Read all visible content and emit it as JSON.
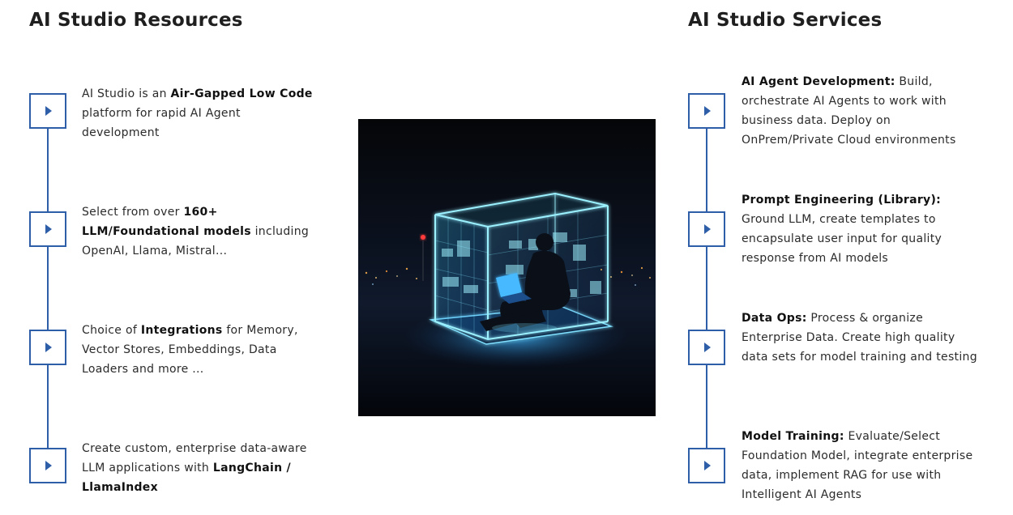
{
  "resources": {
    "title": "AI Studio Resources",
    "items": [
      {
        "text_before": "AI Studio is an ",
        "bold": "Air-Gapped Low Code",
        "text_after": " platform for rapid AI Agent development"
      },
      {
        "text_before": "Select from over ",
        "bold": "160+ LLM/Foundational models",
        "text_after": " including OpenAI, Llama, Mistral..."
      },
      {
        "text_before": "Choice of ",
        "bold": "Integrations",
        "text_after": " for Memory, Vector Stores, Embeddings, Data Loaders and more ..."
      },
      {
        "text_before": "Create custom, enterprise data-aware LLM applications with ",
        "bold": "LangChain / LlamaIndex",
        "text_after": ""
      }
    ]
  },
  "services": {
    "title": "AI Studio Services",
    "items": [
      {
        "bold": "AI Agent Development:",
        "text_after": " Build, orchestrate AI Agents to work with business data. Deploy on OnPrem/Private Cloud environments"
      },
      {
        "bold": "Prompt Engineering (Library):",
        "text_after": " Ground LLM, create templates to encapsulate user input for quality response from AI models"
      },
      {
        "bold": "Data Ops:",
        "text_after": " Process & organize Enterprise Data. Create high quality data sets for model training and testing"
      },
      {
        "bold": "Model Training:",
        "text_after": " Evaluate/Select Foundation Model, integrate enterprise data, implement RAG for use with Intelligent AI Agents"
      }
    ]
  },
  "icons": {
    "marker": "play-arrow-icon"
  },
  "colors": {
    "accent": "#2e5ea8",
    "heading": "#1f1f1f",
    "body_text": "#2b2b2b",
    "glow": "#4fd4ff"
  }
}
